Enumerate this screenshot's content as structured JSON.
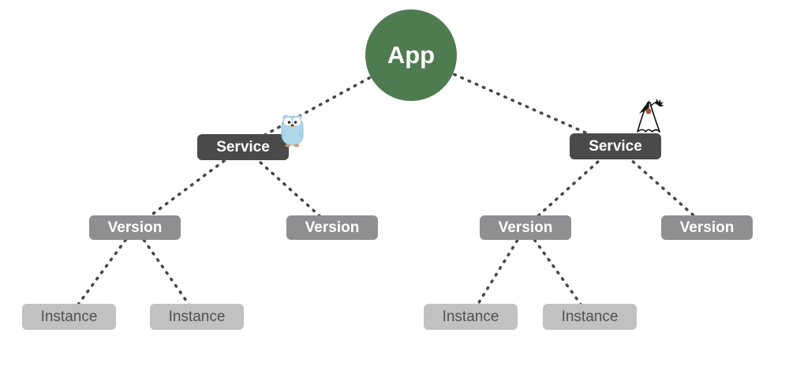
{
  "diagram": {
    "app": {
      "label": "App"
    },
    "services": [
      {
        "label": "Service",
        "runtime_icon": "go-gopher-icon"
      },
      {
        "label": "Service",
        "runtime_icon": "java-duke-icon"
      }
    ],
    "versions": [
      {
        "label": "Version"
      },
      {
        "label": "Version"
      },
      {
        "label": "Version"
      },
      {
        "label": "Version"
      }
    ],
    "instances": [
      {
        "label": "Instance"
      },
      {
        "label": "Instance"
      },
      {
        "label": "Instance"
      },
      {
        "label": "Instance"
      }
    ],
    "colors": {
      "app_fill": "#4f7b50",
      "service_fill": "#4a4a4a",
      "version_fill": "#8d8f90",
      "instance_fill": "#c1c1c1",
      "instance_text": "#4f5254",
      "edge": "#46494b",
      "gopher_body": "#aed7ea",
      "duke_nose": "#a5553f"
    }
  }
}
